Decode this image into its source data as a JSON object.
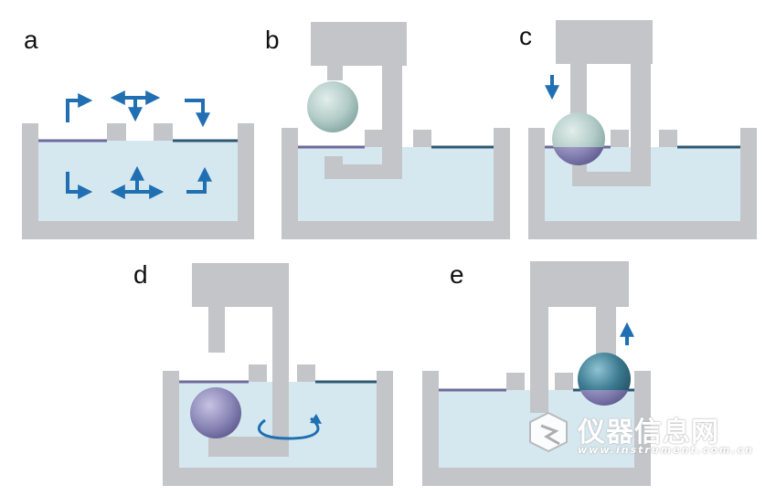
{
  "panels": [
    {
      "id": "a",
      "label": "a"
    },
    {
      "id": "b",
      "label": "b"
    },
    {
      "id": "c",
      "label": "c"
    },
    {
      "id": "d",
      "label": "d"
    },
    {
      "id": "e",
      "label": "e"
    }
  ],
  "watermark": {
    "text_cn": "仪器信息网",
    "text_en": "www.instrument.com.cn",
    "logo": "instrument-logo-icon"
  },
  "colors": {
    "tank_wall": "#c4c5c9",
    "liquid": "#d6e8ef",
    "surface_line": "#2d5872",
    "arrow": "#1f6fb2",
    "sphere_initial": "#b3ccc8",
    "sphere_coated": "#8c88b8",
    "sphere_final": "#3c7a90"
  }
}
